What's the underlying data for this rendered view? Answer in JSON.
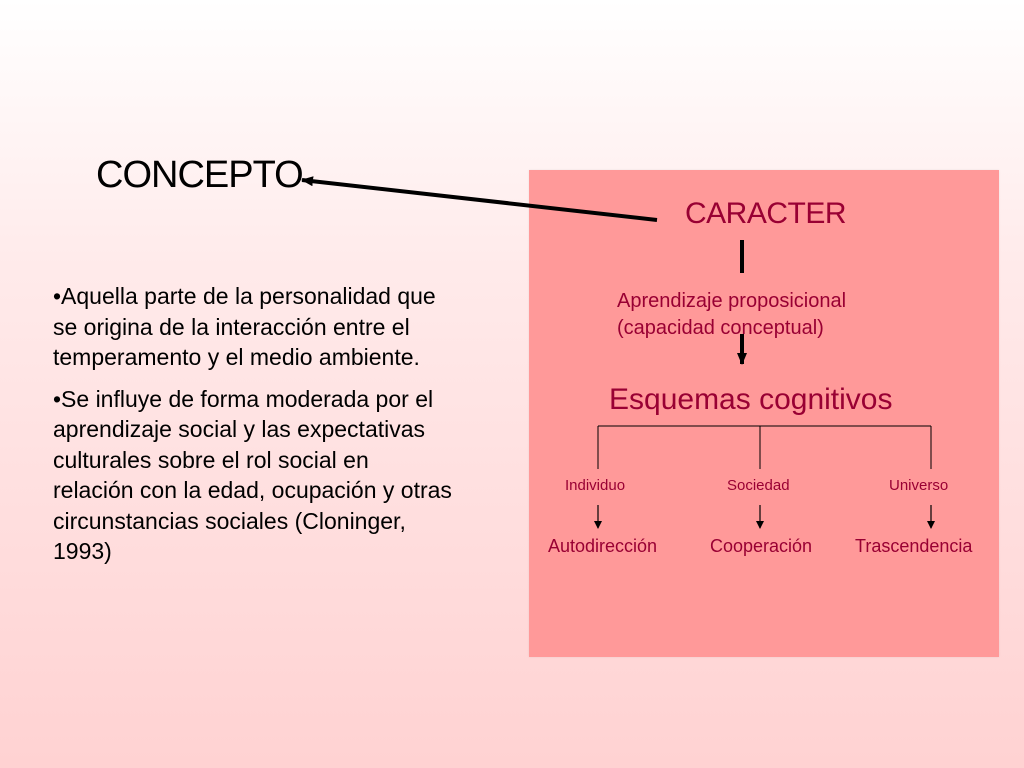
{
  "title": "CONCEPTO",
  "bullets": [
    "•Aquella parte de la personalidad que se origina de la interacción entre el temperamento y el medio ambiente.",
    "•Se influye de forma moderada por el aprendizaje social y las expectativas culturales sobre el rol social en relación con la edad, ocupación y otras circunstancias sociales (Cloninger, 1993)"
  ],
  "diagram": {
    "root": "CARACTER",
    "level1": [
      "Aprendizaje proposicional",
      "(capacidad conceptual)"
    ],
    "level2": "Esquemas cognitivos",
    "branches": [
      {
        "label": "Individuo",
        "result": "Autodirección"
      },
      {
        "label": "Sociedad",
        "result": "Cooperación"
      },
      {
        "label": "Universo",
        "result": "Trascendencia"
      }
    ]
  },
  "colors": {
    "panel": "#ff9999",
    "diagram_text": "#990033",
    "body_text": "#000000"
  }
}
